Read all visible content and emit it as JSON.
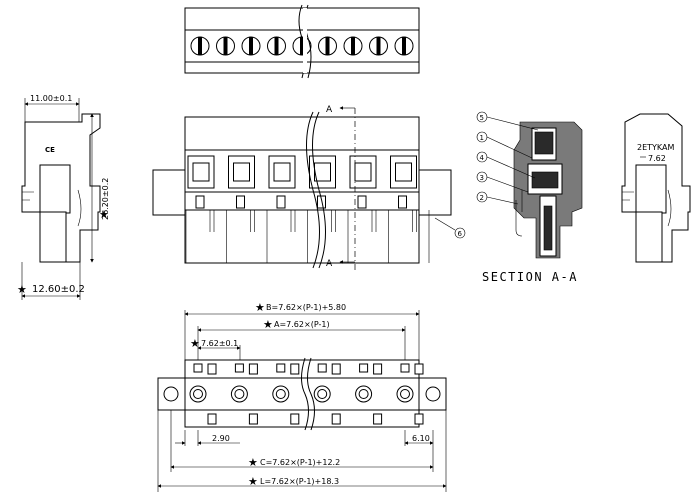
{
  "top_view": {
    "screws": 9
  },
  "side_left": {
    "width_dim": "11.00±0.1",
    "height_dim": "26.20±0.2",
    "base_dim": "12.60±0.2",
    "ce_mark": "CE"
  },
  "front_view": {
    "section_marker_top": "A",
    "section_marker_bottom": "A",
    "callout_6": "6",
    "openings": 6
  },
  "section": {
    "title": "SECTION A-A",
    "callouts": [
      "5",
      "1",
      "4",
      "3",
      "2"
    ]
  },
  "side_right": {
    "label_line1": "2ETYKAM",
    "label_line2": "7.62"
  },
  "bottom_view": {
    "dim_B": "B=7.62×(P-1)+5.80",
    "dim_A": "A=7.62×(P-1)",
    "dim_pitch": "7.62±0.1",
    "dim_left": "2.90",
    "dim_right": "6.10",
    "dim_C": "C=7.62×(P-1)+12.2",
    "dim_L": "L=7.62×(P-1)+18.3"
  },
  "critical_mark": "★"
}
